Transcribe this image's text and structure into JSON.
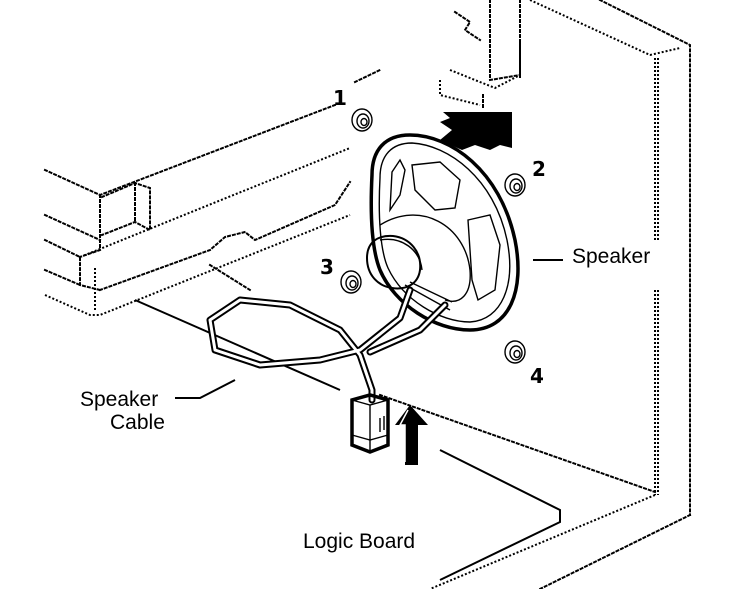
{
  "diagram": {
    "title": "",
    "labels": {
      "speaker": "Speaker",
      "speaker_cable_line1": "Speaker",
      "speaker_cable_line2": "Cable",
      "logic_board": "Logic Board"
    },
    "screw_numbers": [
      "1",
      "2",
      "3",
      "4"
    ],
    "components": [
      {
        "id": "speaker",
        "name": "Speaker"
      },
      {
        "id": "speaker-cable",
        "name": "Speaker Cable"
      },
      {
        "id": "logic-board",
        "name": "Logic Board"
      },
      {
        "id": "screw-1",
        "name": "1"
      },
      {
        "id": "screw-2",
        "name": "2"
      },
      {
        "id": "screw-3",
        "name": "3"
      },
      {
        "id": "screw-4",
        "name": "4"
      }
    ],
    "arrows": [
      {
        "id": "speaker-removal-arrow",
        "direction": "up",
        "style": "filled"
      },
      {
        "id": "cable-connector-arrow",
        "direction": "up",
        "style": "filled"
      }
    ],
    "colors": {
      "ink": "#000000",
      "background": "#ffffff"
    }
  }
}
